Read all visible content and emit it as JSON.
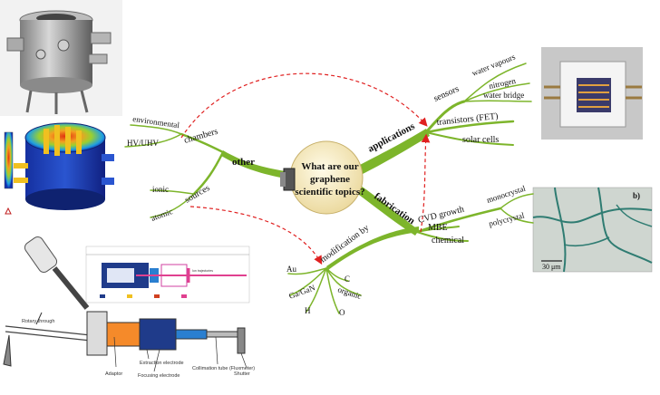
{
  "center": {
    "line1": "What are our",
    "line2": "graphene",
    "line3": "scientific topics?"
  },
  "branches": {
    "applications": {
      "label": "applications",
      "sensors": {
        "label": "sensors",
        "children": [
          "water vapours",
          "nitrogen",
          "water bridge"
        ]
      },
      "transistors": "transistors (FET)",
      "solar": "solar cells"
    },
    "fabrication": {
      "label": "fabrication",
      "cvd": {
        "label": "CVD growth",
        "children": [
          "monocrystal",
          "polycrystal"
        ]
      },
      "mbe": "MBE",
      "chemical": "chemical"
    },
    "other": {
      "label": "other",
      "chambers": {
        "label": "chambers",
        "children": [
          "environmental",
          "HV/UHV"
        ]
      },
      "sources": {
        "label": "sources",
        "children": [
          "ionic",
          "atomic"
        ]
      }
    },
    "modification": {
      "label": "modification by",
      "children": [
        "Au",
        "C",
        "Ga/GaN",
        "organic",
        "H",
        "O"
      ]
    }
  },
  "micrograph": {
    "panel_label": "b)",
    "scale_bar": "30 μm"
  },
  "source_diagram": {
    "labels": [
      "Rotary through",
      "Adaptor",
      "Extraction electrode",
      "Focusing electrode",
      "Collimation tube (Fluxmeter)",
      "Shutter"
    ],
    "inset_caption": "Ion trajectories"
  },
  "colors": {
    "branch": "#7db52b",
    "arrow": "#e02020",
    "center_fill": "#f7ecc0",
    "heatmap_hot": "#e03010",
    "heatmap_cool": "#1030b0"
  }
}
